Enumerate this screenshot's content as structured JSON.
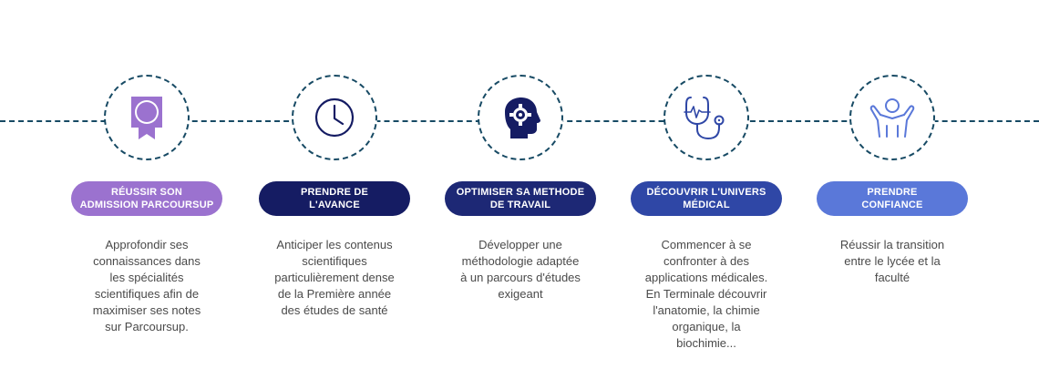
{
  "steps": [
    {
      "title": "RÉUSSIR SON\nADMISSION PARCOURSUP",
      "description": "Approfondir ses\nconnaissances dans\nles spécialités\nscientifiques afin de\nmaximiser ses notes\nsur Parcoursup.",
      "icon": "award-ribbon-icon",
      "color": "#9B72CF"
    },
    {
      "title": "PRENDRE DE\nL'AVANCE",
      "description": "Anticiper les contenus\nscientifiques\nparticulièrement dense\nde la Première année\ndes études de santé",
      "icon": "clock-icon",
      "color": "#151C63"
    },
    {
      "title": "OPTIMISER SA METHODE\nDE TRAVAIL",
      "description": "Développer une\nméthodologie adaptée\nà un parcours d'études\nexigeant",
      "icon": "head-gear-icon",
      "color": "#1D2875"
    },
    {
      "title": "DÉCOUVRIR L'UNIVERS\nMÉDICAL",
      "description": "Commencer à se\nconfronter à des\napplications médicales.\nEn Terminale découvrir\nl'anatomie, la chimie\norganique, la\nbiochimie...",
      "icon": "stethoscope-icon",
      "color": "#2F47A6"
    },
    {
      "title": "PRENDRE\nCONFIANCE",
      "description": "Réussir la transition\nentre le lycée et la\nfaculté",
      "icon": "confident-person-icon",
      "color": "#5A78D9"
    }
  ]
}
